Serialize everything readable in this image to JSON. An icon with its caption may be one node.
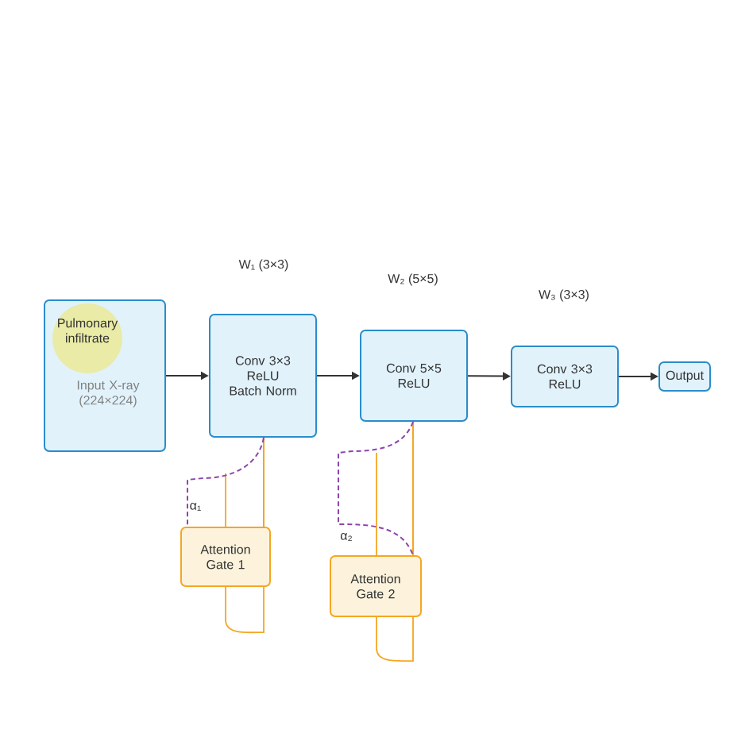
{
  "diagram": {
    "nodes": [
      {
        "text": [
          "Input X-ray (224×224)"
        ]
      },
      {
        "text": [
          "Pulmonary infiltrate"
        ],
        "in": 0
      },
      {
        "text": [
          "Conv 3×3 ReLU Batch Norm"
        ]
      },
      {
        "text": [
          "Conv 5×5 ReLU"
        ]
      },
      {
        "text": [
          "Conv 3×3 ReLU"
        ]
      },
      {
        "text": [
          "Output"
        ]
      },
      {
        "text": [
          "Attention Gate 1"
        ],
        "beside": [
          "α₁"
        ]
      },
      {
        "text": [
          "Attention Gate 2"
        ],
        "beside": [
          "α₂"
        ]
      }
    ],
    "edges": [
      {
        "from": 0,
        "to": 2,
        "arrow": "to"
      },
      {
        "from": 2,
        "to": 3,
        "arrow": "to"
      },
      {
        "from": 3,
        "to": 4,
        "arrow": "to"
      },
      {
        "from": 4,
        "to": 5,
        "arrow": "to"
      },
      {
        "from": 2,
        "to": 6,
        "arrow": "none",
        "color": "#f5a623"
      },
      {
        "from": 2,
        "to": 6,
        "arrow": "none",
        "style": "dashed",
        "color": "#8e44ad"
      },
      {
        "from": 3,
        "to": 7,
        "arrow": "none",
        "color": "#f5a623"
      },
      {
        "from": 3,
        "to": 7,
        "arrow": "none",
        "style": "dashed",
        "color": "#8e44ad"
      }
    ],
    "labels": [
      "W₁ (3×3)",
      "W₂ (5×5)",
      "W₃ (3×3)"
    ]
  }
}
